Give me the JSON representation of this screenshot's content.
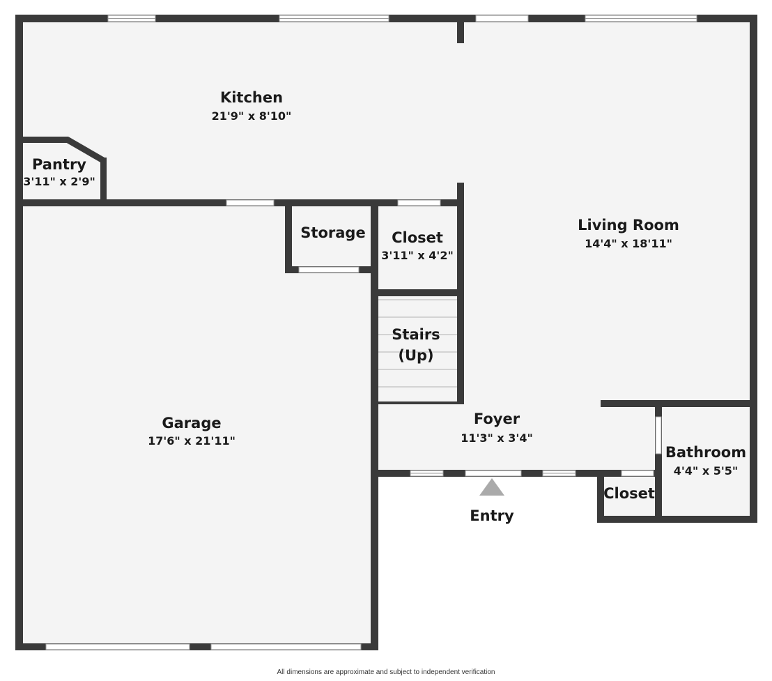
{
  "rooms": {
    "kitchen": {
      "name": "Kitchen",
      "dims": "21'9\" x 8'10\""
    },
    "pantry": {
      "name": "Pantry",
      "dims": "3'11\" x 2'9\""
    },
    "storage": {
      "name": "Storage"
    },
    "closet1": {
      "name": "Closet",
      "dims": "3'11\" x 4'2\""
    },
    "living": {
      "name": "Living Room",
      "dims": "14'4\" x 18'11\""
    },
    "stairs": {
      "name": "Stairs",
      "name2": "(Up)"
    },
    "garage": {
      "name": "Garage",
      "dims": "17'6\" x 21'11\""
    },
    "foyer": {
      "name": "Foyer",
      "dims": "11'3\" x 3'4\""
    },
    "bathroom": {
      "name": "Bathroom",
      "dims": "4'4\" x 5'5\""
    },
    "closet2": {
      "name": "Closet"
    }
  },
  "entry": {
    "label": "Entry"
  },
  "footer": {
    "disclaimer": "All dimensions are approximate and subject to independent verification"
  },
  "colors": {
    "wall": "#3a3a3a",
    "floor": "#f4f4f4",
    "window": "#ffffff",
    "entry_arrow": "#aaaaaa"
  }
}
